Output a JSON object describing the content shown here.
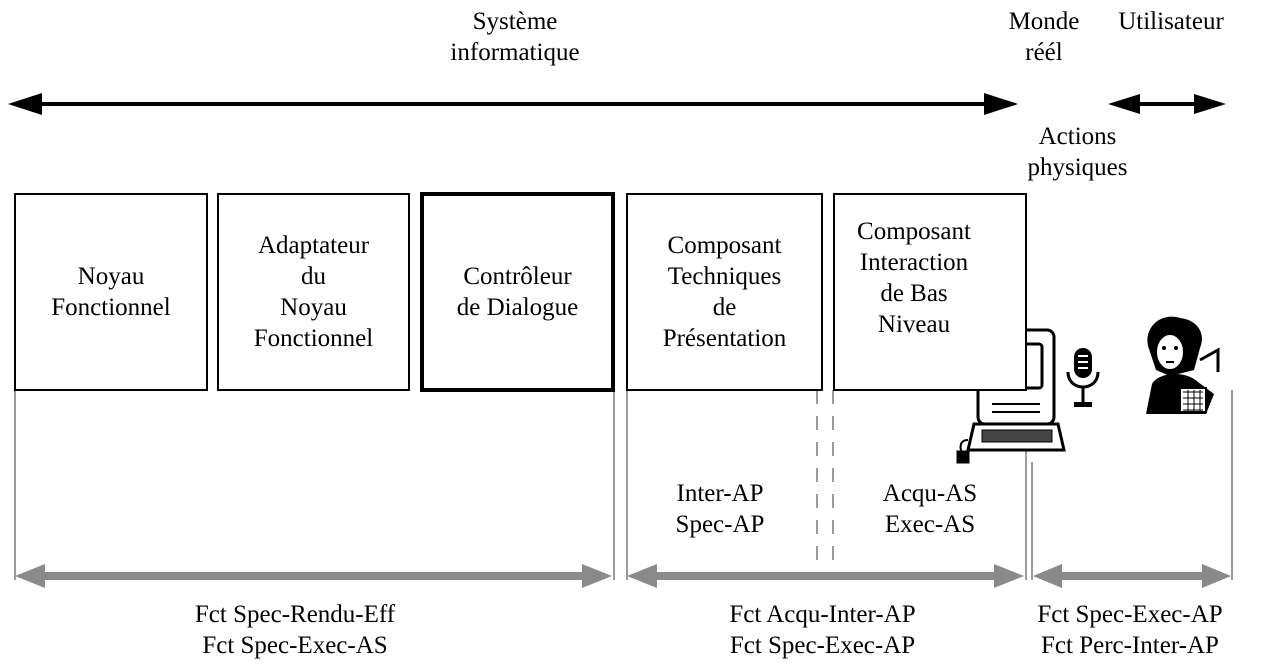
{
  "header": {
    "systeme": [
      "Système",
      "informatique"
    ],
    "monde": [
      "Monde",
      "réél"
    ],
    "utilisateur": "Utilisateur",
    "actions": [
      "Actions",
      "physiques"
    ]
  },
  "boxes": [
    {
      "lines": [
        "Noyau",
        "Fonctionnel"
      ]
    },
    {
      "lines": [
        "Adaptateur",
        "du",
        "Noyau",
        "Fonctionnel"
      ]
    },
    {
      "lines": [
        "Contrôleur",
        "de Dialogue"
      ]
    },
    {
      "lines": [
        "Composant",
        "Techniques",
        "de",
        "Présentation"
      ]
    },
    {
      "lines": [
        "Composant",
        "Interaction",
        "de Bas",
        "Niveau"
      ]
    }
  ],
  "mid_labels": {
    "left": [
      "Inter-AP",
      "Spec-AP"
    ],
    "right": [
      "Acqu-AS",
      "Exec-AS"
    ]
  },
  "bottom_labels": {
    "left": [
      "Fct Spec-Rendu-Eff",
      "Fct Spec-Exec-AS"
    ],
    "middle": [
      "Fct Acqu-Inter-AP",
      "Fct Spec-Exec-AP"
    ],
    "right": [
      "Fct Spec-Exec-AP",
      "Fct Perc-Inter-AP"
    ]
  },
  "icons": [
    "computer-icon",
    "microphone-icon",
    "user-icon"
  ],
  "colors": {
    "line": "#000000",
    "gray_line": "#999999",
    "gray_arrow": "#8a8a8a"
  }
}
